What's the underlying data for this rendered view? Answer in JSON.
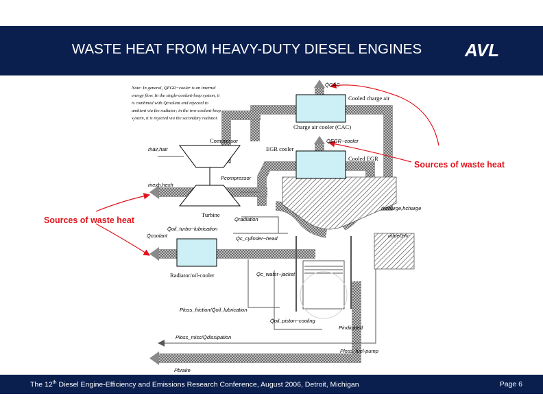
{
  "header": {
    "title": "WASTE HEAT FROM HEAVY-DUTY DIESEL ENGINES",
    "logo_text": "AVL"
  },
  "footer": {
    "text_before_sup": "The 12",
    "sup": "th",
    "text_after_sup": " Diesel Engine-Efficiency and Emissions Research Conference, August 2006, Detroit, Michigan",
    "page": "Page 6"
  },
  "diagram": {
    "note_lines": [
      "Note: In general, Q̇EGR−cooler is an internal",
      "energy flow. In the single-coolant-loop system, it",
      "is combined with Q̇coolant and rejected to",
      "ambient via the radiator; in the two-coolant-loop",
      "system, it is rejected via the secondary radiator."
    ],
    "callouts": {
      "right": "Sources of waste heat",
      "left": "Sources of waste heat"
    },
    "components": {
      "compressor": "Compressor",
      "turbine": "Turbine",
      "charge_air_cooler": "Charge air cooler (CAC)",
      "cooled_charge_air": "Cooled charge air",
      "egr_cooler": "EGR cooler",
      "cooled_egr": "Cooled EGR",
      "radiator": "Radiator/oil-cooler"
    },
    "flows": {
      "q_cac": "Q̇CAC",
      "q_egr_cooler": "Q̇EGR−cooler",
      "m_air": "ṁair,hair",
      "m_exh": "ṁexh,hexh",
      "p_compressor": "Pcompressor",
      "m_charge": "ṁcharge,hcharge",
      "m_fuel": "ṁfuel,Hv",
      "q_radiation": "Q̇radiation",
      "q_oil_turbo": "Q̇oil_turbo−lubrication",
      "q_coolant": "Q̇coolant",
      "q_cylinder_head": "Q̇c_cylinder−head",
      "q_water_jacket": "Q̇c_water−jacket",
      "p_loss_friction": "Ploss_friction/Q̇oil_lubrication",
      "q_oil_piston": "Q̇oil_piston−cooling",
      "p_indicated": "Pindicated",
      "p_loss_misc": "Ploss_misc/Q̇dissipation",
      "p_loss_fuel_pump": "Ploss_fuel-pump",
      "p_brake": "Pbrake"
    }
  },
  "colors": {
    "header_bg": "#0b1f4e",
    "callout_red": "#e0141c",
    "cooler_fill": "#cdeff6"
  }
}
